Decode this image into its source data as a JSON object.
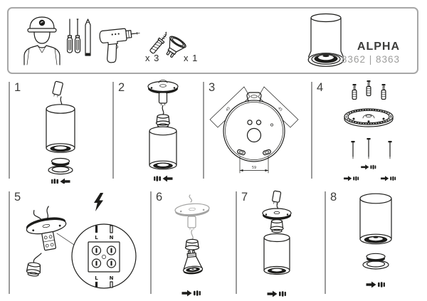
{
  "header": {
    "product_name": "ALPHA",
    "product_models": "8362 | 8363",
    "wall_plug_count": "x 3",
    "bulb_count": "x 1",
    "icons": [
      {
        "name": "installer-icon"
      },
      {
        "name": "screwdrivers-pencil-icon"
      },
      {
        "name": "drill-icon"
      },
      {
        "name": "wall-plug-screw-icon"
      },
      {
        "name": "gu10-bulb-icon"
      },
      {
        "name": "product-cylinder-icon"
      }
    ]
  },
  "steps": [
    {
      "number": "1",
      "illustration": "unscrew-trim-ring-from-body"
    },
    {
      "number": "2",
      "illustration": "unscrew-body-from-ceiling-plate"
    },
    {
      "number": "3",
      "illustration": "mounting-plate-drilling-template",
      "dim_bottom": "59",
      "dim_left": "45",
      "dim_right": "45"
    },
    {
      "number": "4",
      "illustration": "fix-plate-with-wall-plugs-and-screws"
    },
    {
      "number": "5",
      "illustration": "connect-mains-wires-to-terminal",
      "terminals": {
        "top_left": "L",
        "top_right": "N",
        "bottom_left": "L",
        "bottom_right": "N"
      }
    },
    {
      "number": "6",
      "illustration": "insert-gu10-bulb"
    },
    {
      "number": "7",
      "illustration": "screw-body-onto-socket"
    },
    {
      "number": "8",
      "illustration": "screw-trim-ring-back"
    }
  ],
  "colors": {
    "ink": "#1d1d1b",
    "muted": "#9d9d9c",
    "header_border": "#a7a7a7"
  }
}
